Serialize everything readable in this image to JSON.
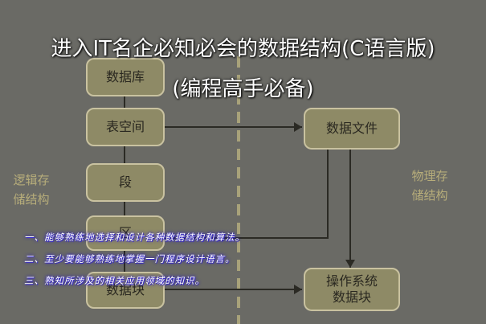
{
  "title": {
    "line1": "进入IT名企必知必会的数据结构(C语言版)",
    "line2": "(编程高手必备)"
  },
  "diagram": {
    "left_label": [
      "逻辑存",
      "储结构"
    ],
    "right_label": [
      "物理存",
      "储结构"
    ],
    "left_boxes": [
      "数据库",
      "表空间",
      "段",
      "区",
      "数据块"
    ],
    "right_boxes": {
      "data_file": "数据文件",
      "os_block": [
        "操作系统",
        "数据块"
      ]
    }
  },
  "notes": [
    "一、能够熟练地选择和设计各种数据结构和算法。",
    "二、至少要能够熟练地掌握一门程序设计语言。",
    "三、熟知所涉及的相关应用领域的知识。"
  ],
  "colors": {
    "background": "#6a6a65",
    "box_fill": "#8e8a66",
    "box_border": "#c9c2a0",
    "side_label": "#b7ad7a",
    "note_glow": "#3322cc",
    "divider": "#a8a27a"
  }
}
